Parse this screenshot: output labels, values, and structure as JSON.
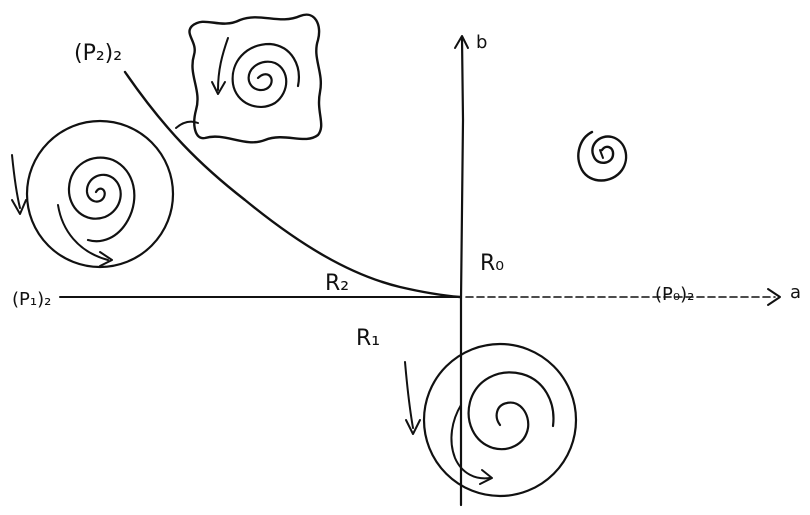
{
  "labels": {
    "b_axis": "b",
    "a_axis": "a",
    "p2_label": "(P₂)₂",
    "p1_label": "(P₁)₂",
    "p0_label": "(P₀)₂",
    "r0": "R₀",
    "r1": "R₁",
    "r2": "R₂"
  }
}
